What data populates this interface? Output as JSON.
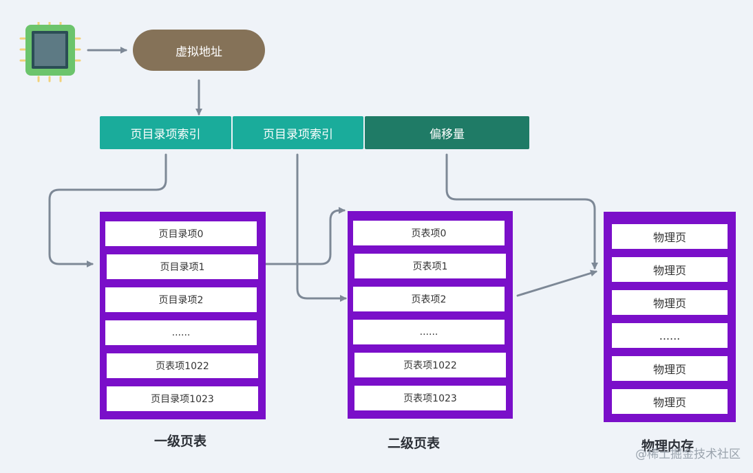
{
  "virtual_address": "虚拟地址",
  "address_fields": {
    "dir_index_1": "页目录项索引",
    "dir_index_2": "页目录项索引",
    "offset": "偏移量"
  },
  "level1": {
    "caption": "一级页表",
    "entries": [
      "页目录项0",
      "页目录项1",
      "页目录项2",
      "......",
      "页表项1022",
      "页目录项1023"
    ]
  },
  "level2": {
    "caption": "二级页表",
    "entries": [
      "页表项0",
      "页表项1",
      "页表项2",
      "......",
      "页表项1022",
      "页表项1023"
    ]
  },
  "physical": {
    "caption": "物理内存",
    "entries": [
      "物理页",
      "物理页",
      "物理页",
      "......",
      "物理页",
      "物理页"
    ]
  },
  "watermark": "@稀土掘金技术社区",
  "colors": {
    "cpu_chip": "#5d7a84",
    "cpu_border": "#6cc46c",
    "cpu_pins": "#f2d27a",
    "pill": "#857258",
    "teal": "#1aac9b",
    "dark_teal": "#1f7b66",
    "table_purple": "#7a0fc9",
    "arrow": "#7d8896"
  }
}
